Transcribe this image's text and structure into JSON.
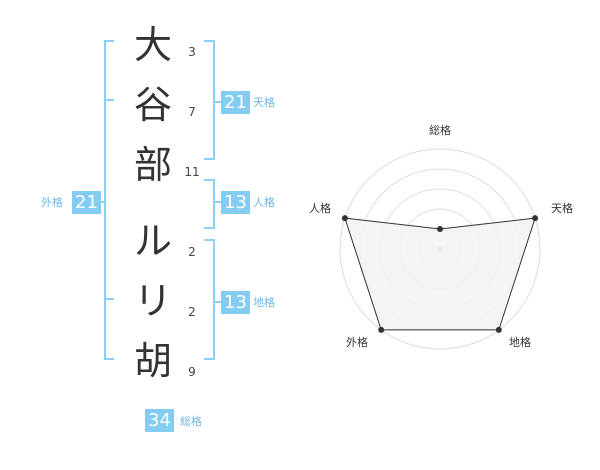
{
  "name": {
    "characters": [
      "大",
      "谷",
      "部",
      "ル",
      "リ",
      "胡"
    ],
    "strokes": [
      "3",
      "7",
      "11",
      "2",
      "2",
      "9"
    ]
  },
  "scores": {
    "tenkaku": {
      "value": "21",
      "label": "天格"
    },
    "jinkaku": {
      "value": "13",
      "label": "人格"
    },
    "chikaku": {
      "value": "13",
      "label": "地格"
    },
    "gaikaku": {
      "value": "21",
      "label": "外格"
    },
    "soukaku": {
      "value": "34",
      "label": "総格"
    }
  },
  "radar": {
    "axes": [
      "総格",
      "天格",
      "地格",
      "外格",
      "人格"
    ],
    "levels": 5,
    "max": 5,
    "values": [
      1,
      5,
      5,
      5,
      5
    ],
    "colors": {
      "grid": "#dddddd",
      "fill": "#f2f2f2",
      "line": "#333333",
      "point": "#333333",
      "center": "#bbbbbb"
    }
  }
}
